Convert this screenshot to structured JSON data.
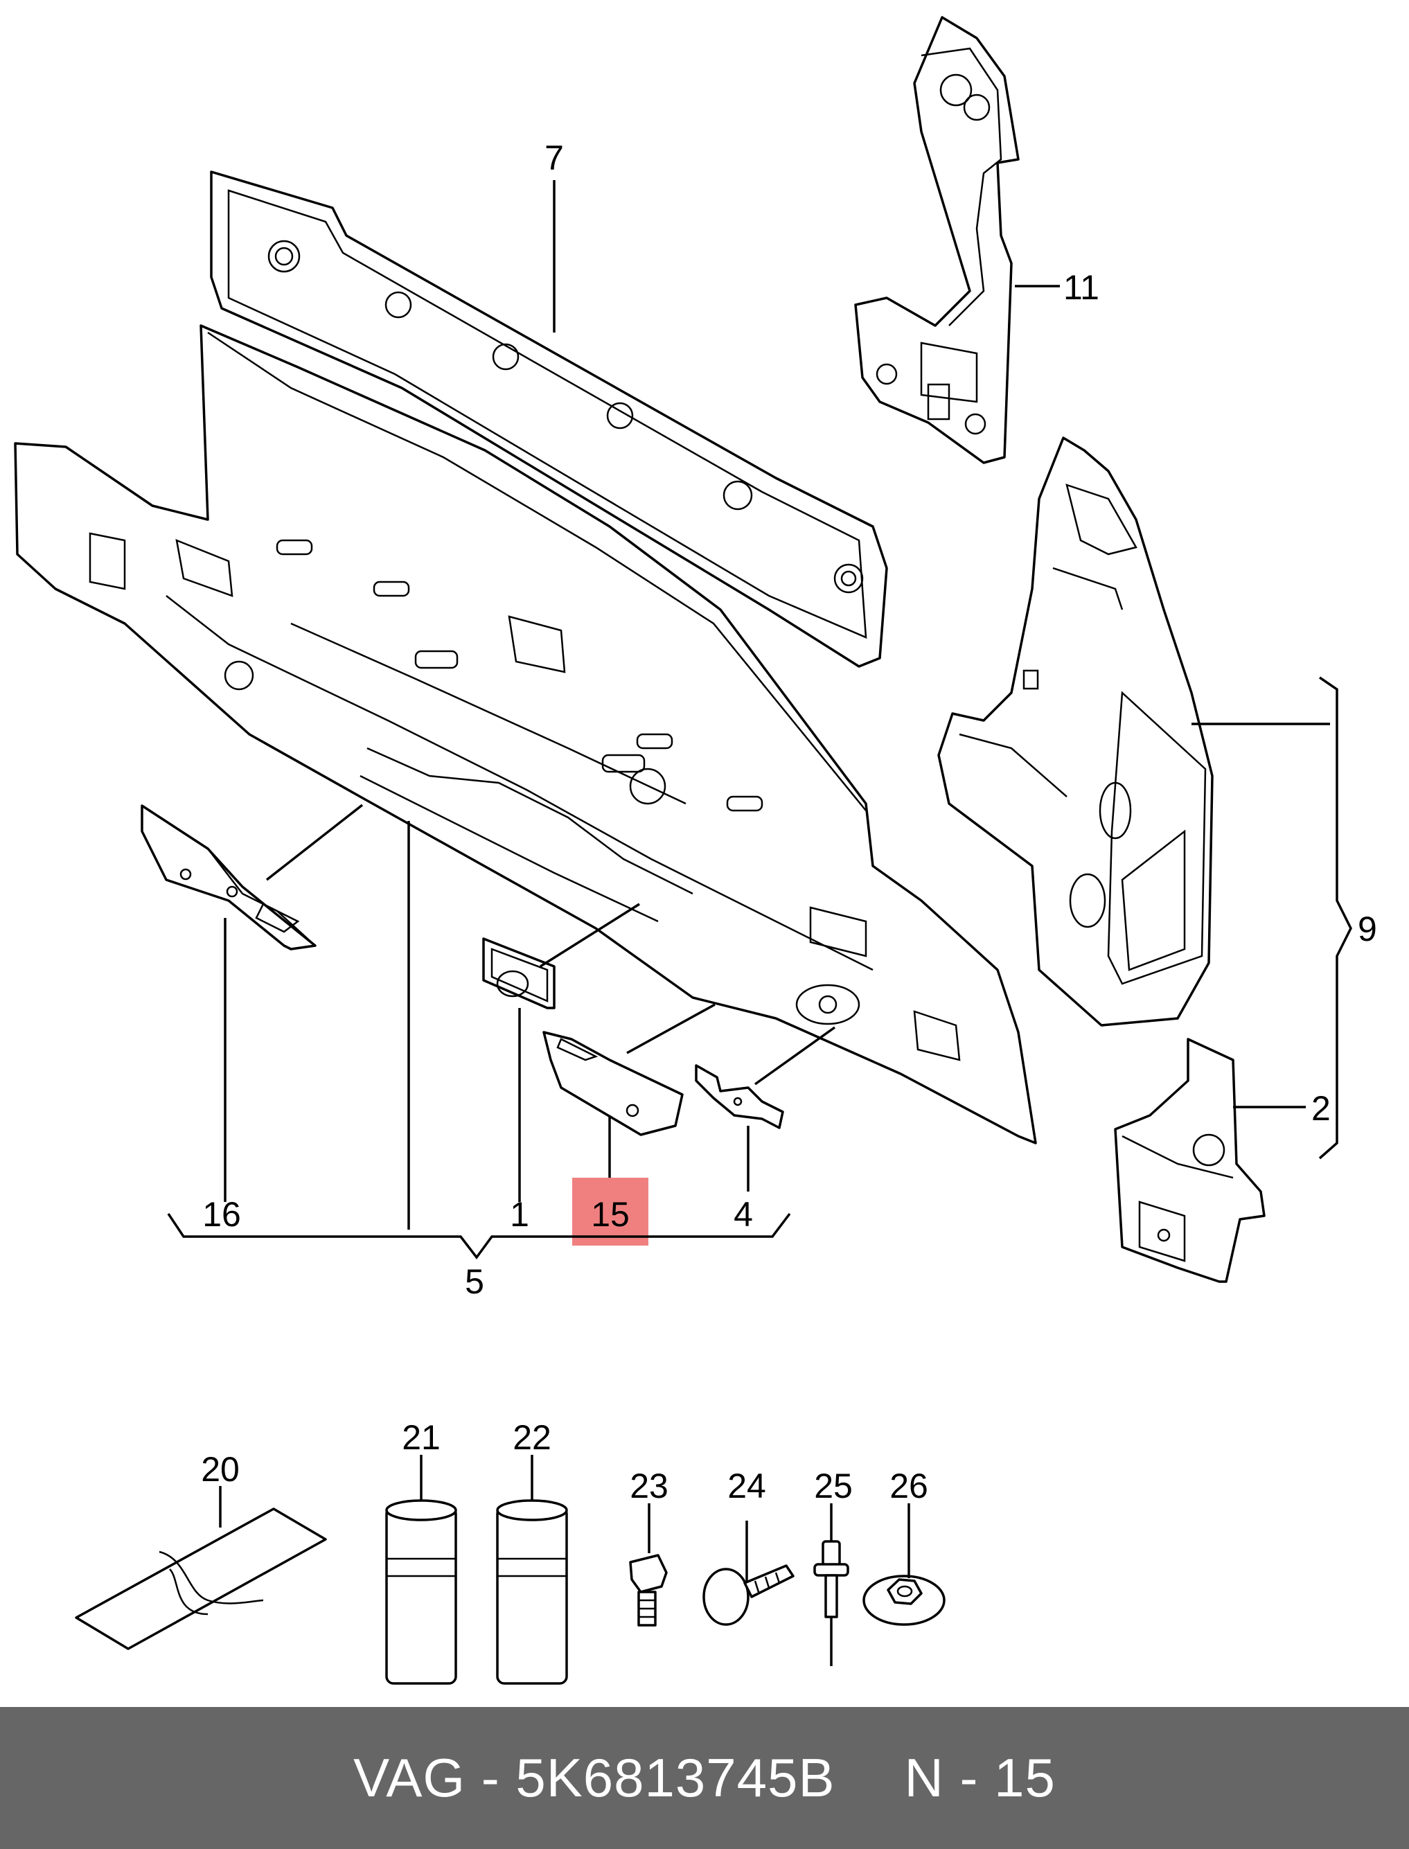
{
  "callouts": {
    "c1": "1",
    "c2": "2",
    "c4": "4",
    "c5": "5",
    "c7": "7",
    "c9": "9",
    "c11": "11",
    "c15": "15",
    "c16": "16",
    "c20": "20",
    "c21": "21",
    "c22": "22",
    "c23": "23",
    "c24": "24",
    "c25": "25",
    "c26": "26"
  },
  "highlight": {
    "color": "#f08080",
    "callout": "15"
  },
  "footer": {
    "brand": "VAG -",
    "part_number": "5K6813745B",
    "position": "N - 15"
  },
  "colors": {
    "footer_bg": "#666666",
    "footer_text": "#ffffff"
  }
}
